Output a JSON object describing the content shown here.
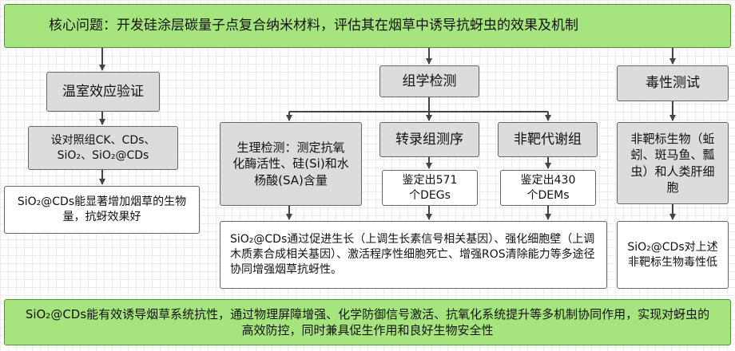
{
  "core_question": "核心问题：开发硅涂层碳量子点复合纳米材料，评估其在烟草中诱导抗蚜虫的效果及机制",
  "branches": {
    "greenhouse": {
      "title": "温室效应验证",
      "setup": "设对照组CK、CDs、SiO₂、SiO₂@CDs",
      "result": "SiO₂@CDs能显著增加烟草的生物量，抗蚜效果好"
    },
    "omics": {
      "title": "组学检测",
      "physiology": "生理检测：测定抗氧化酶活性、硅(Si)和水杨酸(SA)含量",
      "transcriptome": {
        "title": "转录组测序",
        "result": "鉴定出571个DEGs"
      },
      "metabolome": {
        "title": "非靶代谢组",
        "result": "鉴定出430个DEMs"
      },
      "summary": "SiO₂@CDs通过促进生长（上调生长素信号相关基因）、强化细胞壁（上调木质素合成相关基因）、激活程序性细胞死亡、增强ROS清除能力等多途径协同增强烟草抗蚜性。"
    },
    "toxicity": {
      "title": "毒性测试",
      "targets": "非靶标生物（蚯蚓、斑马鱼、瓢虫）和人类肝细胞",
      "result": "SiO₂@CDs对上述非靶标生物毒性低"
    }
  },
  "conclusion": "SiO₂@CDs能有效诱导烟草系统抗性，通过物理屏障增强、化学防御信号激活、抗氧化系统提升等多机制协同作用，实现对蚜虫的高效防控，同时兼具促生作用和良好生物安全性"
}
